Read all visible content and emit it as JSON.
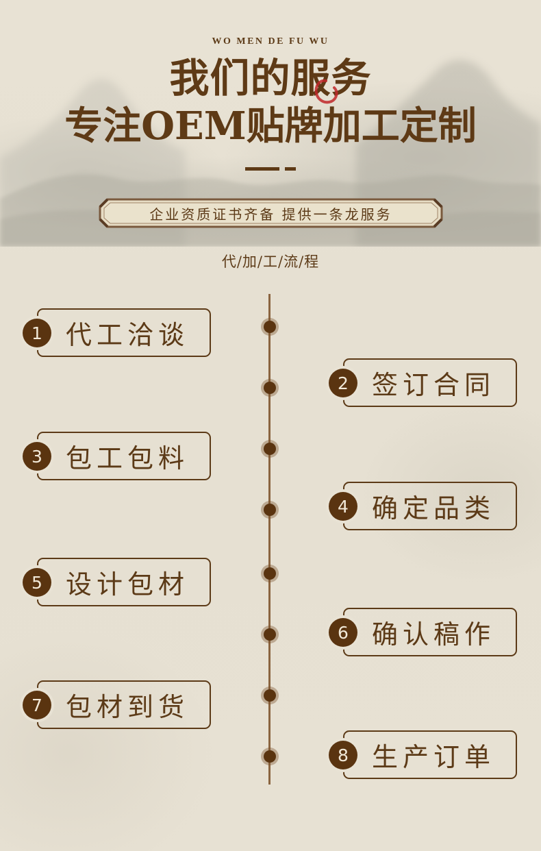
{
  "header": {
    "pinyin": "WO MEN DE FU WU",
    "title_line1": "我们的服务",
    "title_line2": "专注OEM贴牌加工定制"
  },
  "banner": {
    "text": "企业资质证书齐备 提供一条龙服务"
  },
  "process": {
    "title": "代/加/工/流/程",
    "steps": [
      {
        "number": "1",
        "label": "代工洽谈",
        "side": "left"
      },
      {
        "number": "2",
        "label": "签订合同",
        "side": "right"
      },
      {
        "number": "3",
        "label": "包工包料",
        "side": "left"
      },
      {
        "number": "4",
        "label": "确定品类",
        "side": "right"
      },
      {
        "number": "5",
        "label": "设计包材",
        "side": "left"
      },
      {
        "number": "6",
        "label": "确认稿作",
        "side": "right"
      },
      {
        "number": "7",
        "label": "包材到货",
        "side": "left"
      },
      {
        "number": "8",
        "label": "生产订单",
        "side": "right"
      }
    ]
  },
  "colors": {
    "background": "#e8e2d4",
    "primary_brown": "#5c3a17",
    "dot_brown": "#5a3410",
    "timeline_line": "#8a6440",
    "accent_red": "#c0282a"
  }
}
